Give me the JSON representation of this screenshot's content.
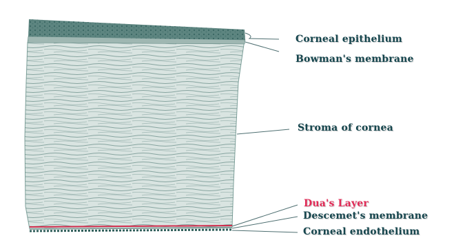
{
  "diagram": {
    "labels": {
      "corneal_epithelium": "Corneal epithelium",
      "bowmans_membrane": "Bowman's membrane",
      "stroma": "Stroma of cornea",
      "duas_layer": "Dua's Layer",
      "descemets_membrane": "Descemet's membrane",
      "corneal_endothelium": "Corneal endothelium"
    },
    "colors": {
      "label_text": "#16464e",
      "accent_label": "#e22a56",
      "tissue_dark": "#2f5e5a",
      "tissue_mid": "#6f938d",
      "tissue_light": "#b9cbc6",
      "background": "#ffffff"
    }
  }
}
